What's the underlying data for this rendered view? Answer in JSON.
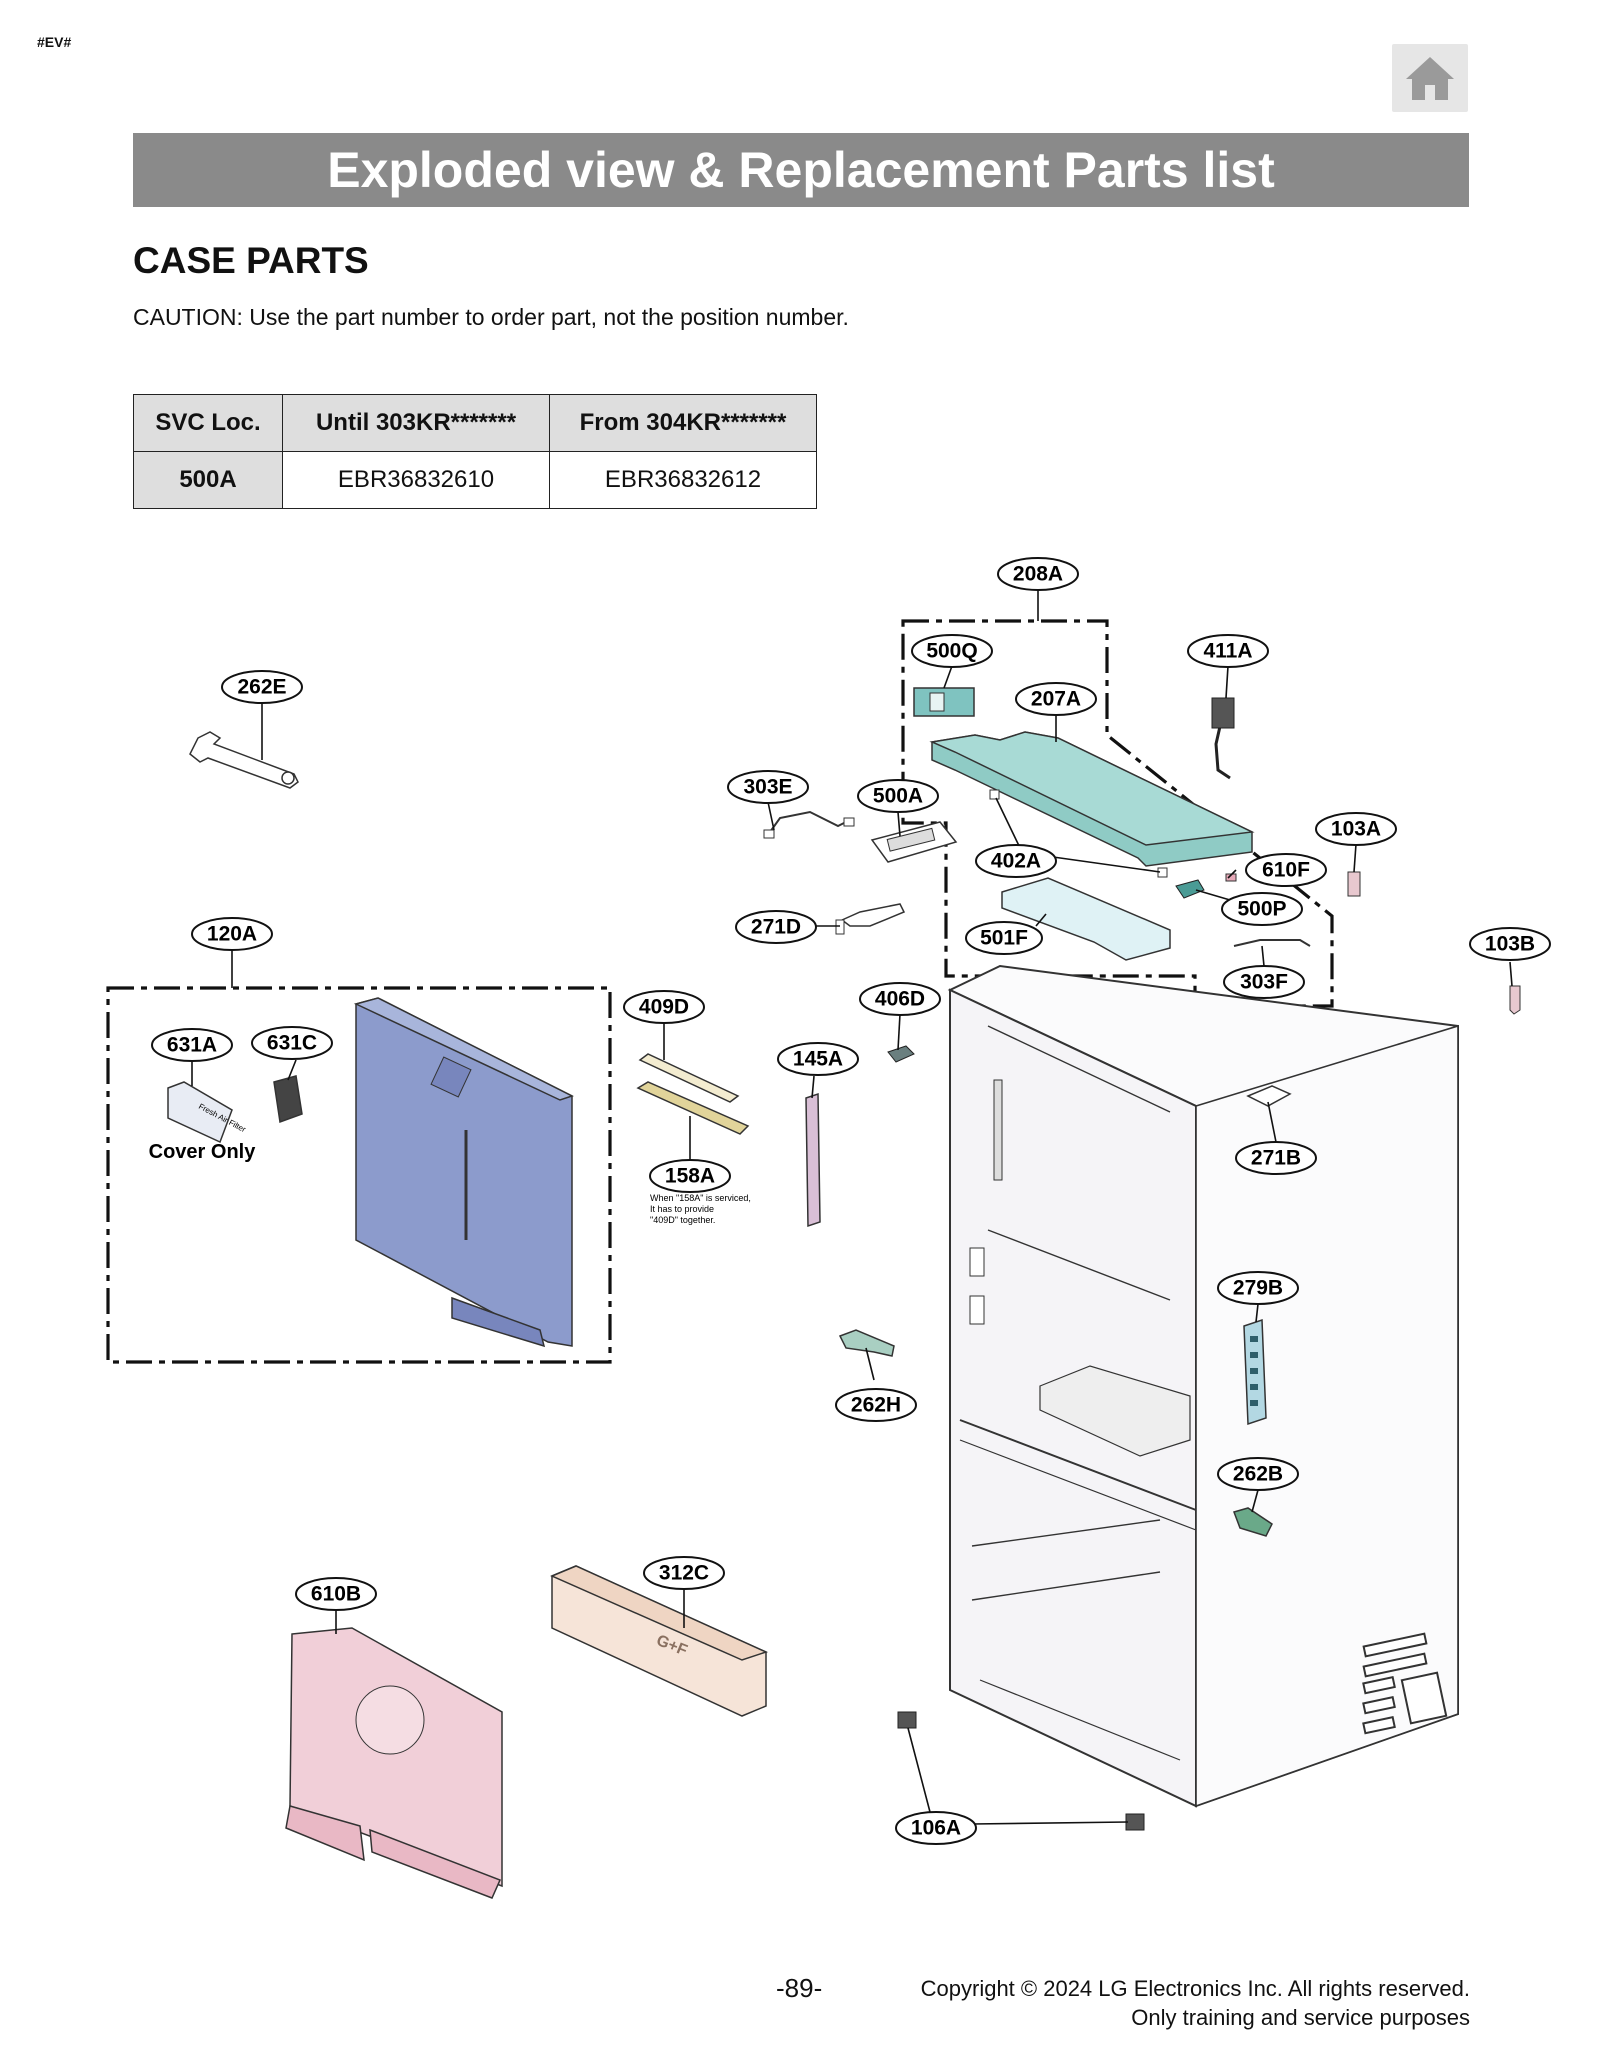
{
  "page_tag": "#EV#",
  "home_button": {
    "icon": "home-icon"
  },
  "banner_title": "Exploded view & Replacement Parts list",
  "section_title": "CASE PARTS",
  "caution": "CAUTION: Use the part number to order part, not the position number.",
  "svc_table": {
    "headers": [
      "SVC Loc.",
      "Until 303KR*******",
      "From 304KR*******"
    ],
    "rows": [
      [
        "500A",
        "EBR36832610",
        "EBR36832612"
      ]
    ]
  },
  "diagram": {
    "callouts": {
      "c208A": "208A",
      "c500Q": "500Q",
      "c411A": "411A",
      "c207A": "207A",
      "c262E": "262E",
      "c303E": "303E",
      "c500A": "500A",
      "c103A": "103A",
      "c402A": "402A",
      "c610F": "610F",
      "c500P": "500P",
      "c271D": "271D",
      "c120A": "120A",
      "c501F": "501F",
      "c103B": "103B",
      "c303F": "303F",
      "c406D": "406D",
      "c409D": "409D",
      "c631A": "631A",
      "c631C": "631C",
      "c145A": "145A",
      "c271B": "271B",
      "c158A": "158A",
      "c279B": "279B",
      "c262H": "262H",
      "c262B": "262B",
      "c312C": "312C",
      "c610B": "610B",
      "c106A": "106A"
    },
    "cover_only": "Cover Only",
    "note_158a": [
      "When \"158A\" is serviced,",
      "It has to provide",
      "\"409D\" together."
    ],
    "filter_label": "Fresh Air Filter",
    "bin_label": "G+F"
  },
  "footer": {
    "page_number": "-89-",
    "copyright": "Copyright © 2024 LG Electronics Inc. All rights reserved.",
    "purpose": "Only training and service purposes"
  }
}
